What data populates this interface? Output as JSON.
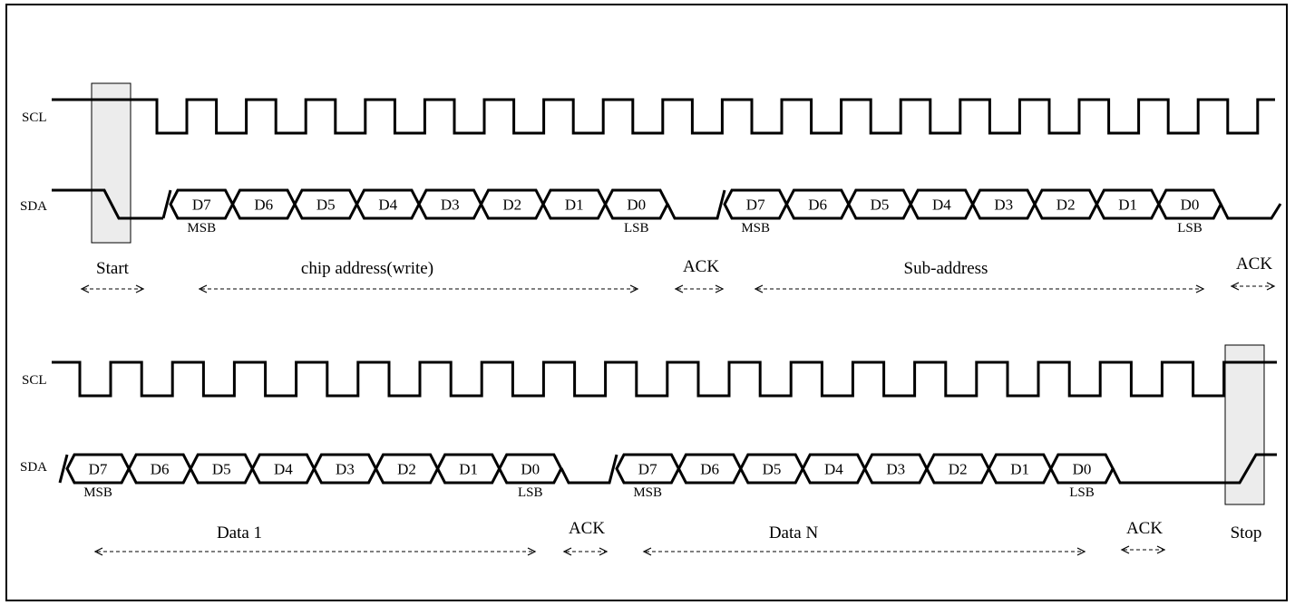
{
  "signals": {
    "scl": "SCL",
    "sda": "SDA"
  },
  "rows": [
    {
      "bits": [
        {
          "bit": "D7",
          "sub": "MSB"
        },
        {
          "bit": "D6",
          "sub": ""
        },
        {
          "bit": "D5",
          "sub": ""
        },
        {
          "bit": "D4",
          "sub": ""
        },
        {
          "bit": "D3",
          "sub": ""
        },
        {
          "bit": "D2",
          "sub": ""
        },
        {
          "bit": "D1",
          "sub": ""
        },
        {
          "bit": "D0",
          "sub": "LSB"
        }
      ],
      "labels": [
        "Start",
        "chip address(write)",
        "ACK",
        "Sub-address",
        "ACK"
      ]
    },
    {
      "bits": [
        {
          "bit": "D7",
          "sub": "MSB"
        },
        {
          "bit": "D6",
          "sub": ""
        },
        {
          "bit": "D5",
          "sub": ""
        },
        {
          "bit": "D4",
          "sub": ""
        },
        {
          "bit": "D3",
          "sub": ""
        },
        {
          "bit": "D2",
          "sub": ""
        },
        {
          "bit": "D1",
          "sub": ""
        },
        {
          "bit": "D0",
          "sub": "LSB"
        }
      ],
      "labels": [
        "Data 1",
        "ACK",
        "Data N",
        "ACK",
        "Stop"
      ]
    }
  ]
}
